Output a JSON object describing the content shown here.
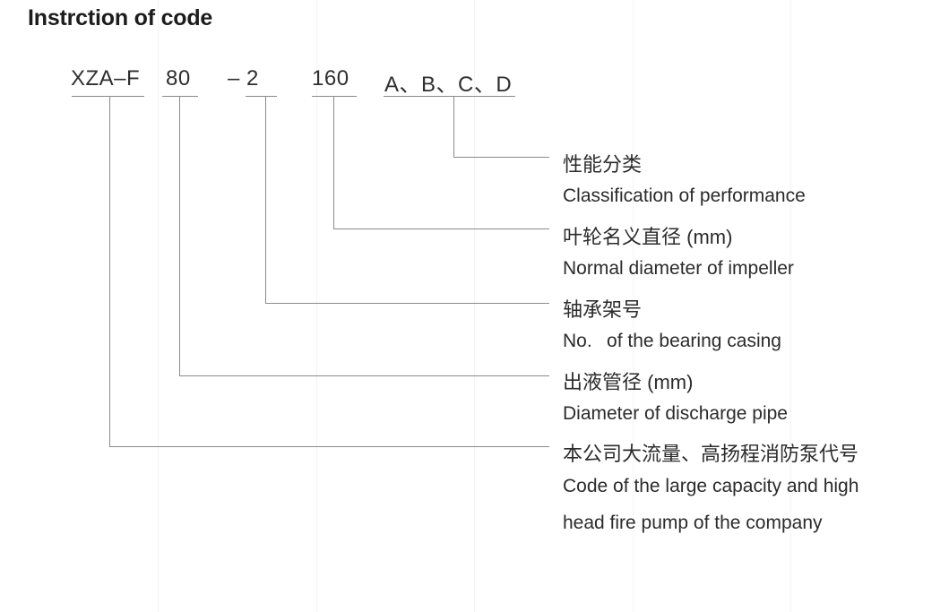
{
  "title": "Instrction of code",
  "code_string": {
    "segments": [
      {
        "key": "series",
        "text": "XZA–F"
      },
      {
        "key": "discharge",
        "text": "80"
      },
      {
        "key": "bearing",
        "text": "– 2"
      },
      {
        "key": "impeller",
        "text": "160"
      },
      {
        "key": "class",
        "text": "A、B、C、D"
      }
    ]
  },
  "legend": [
    {
      "key": "class",
      "cn": "性能分类",
      "en": [
        "Classification of performance"
      ]
    },
    {
      "key": "impeller",
      "cn": "叶轮名义直径 (mm)",
      "en": [
        "Normal diameter of impeller"
      ]
    },
    {
      "key": "bearing",
      "cn": "轴承架号",
      "en": [
        "No.  of the bearing casing"
      ]
    },
    {
      "key": "discharge",
      "cn": "出液管径 (mm)",
      "en": [
        "Diameter of discharge pipe"
      ]
    },
    {
      "key": "series",
      "cn": "本公司大流量、高扬程消防泵代号",
      "en": [
        "Code of the large capacity and high",
        "head fire pump of the company"
      ]
    }
  ],
  "colors": {
    "line": "#8a8a8a",
    "text": "#2b2b2b",
    "title": "#1c1c1c",
    "background": "#ffffff"
  }
}
